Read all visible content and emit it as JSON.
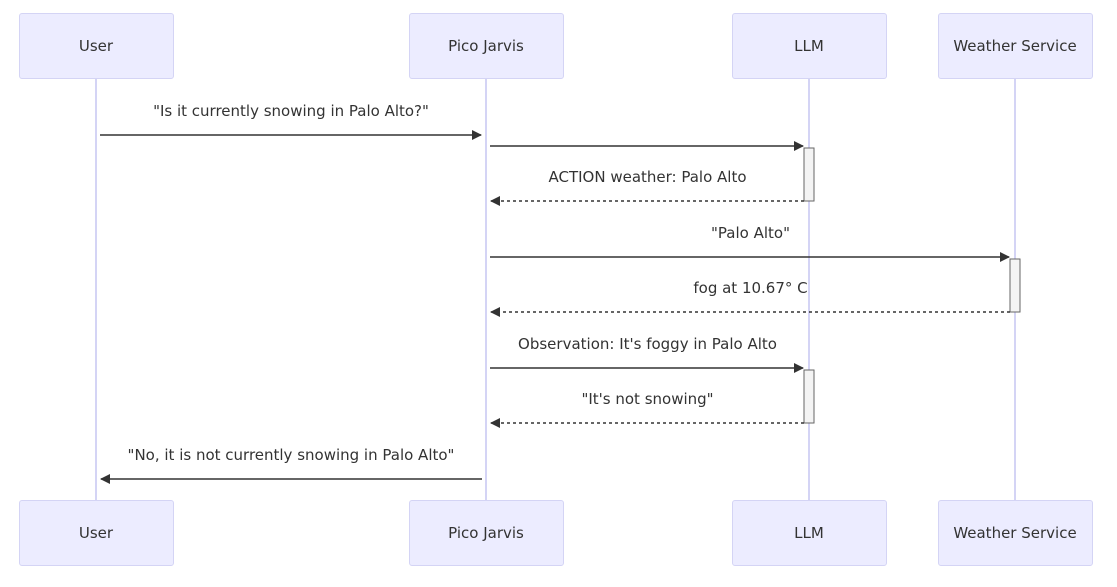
{
  "participants": [
    {
      "id": "user",
      "label": "User"
    },
    {
      "id": "pico",
      "label": "Pico Jarvis"
    },
    {
      "id": "llm",
      "label": "LLM"
    },
    {
      "id": "weather",
      "label": "Weather Service"
    }
  ],
  "messages": [
    {
      "from": "user",
      "to": "pico",
      "label": "\"Is it currently snowing in Palo Alto?\"",
      "style": "solid"
    },
    {
      "from": "pico",
      "to": "llm",
      "label": "",
      "style": "solid"
    },
    {
      "from": "llm",
      "to": "pico",
      "label": "ACTION weather: Palo Alto",
      "style": "dashed"
    },
    {
      "from": "pico",
      "to": "weather",
      "label": "\"Palo Alto\"",
      "style": "solid"
    },
    {
      "from": "weather",
      "to": "pico",
      "label": "fog at 10.67° C",
      "style": "dashed"
    },
    {
      "from": "pico",
      "to": "llm",
      "label": "Observation: It's foggy in Palo Alto",
      "style": "solid"
    },
    {
      "from": "llm",
      "to": "pico",
      "label": "\"It's not snowing\"",
      "style": "dashed"
    },
    {
      "from": "pico",
      "to": "user",
      "label": "\"No, it is not currently snowing in Palo Alto\"",
      "style": "solid"
    }
  ],
  "activations": [
    {
      "participant": "llm",
      "from_message": 1,
      "to_message": 2
    },
    {
      "participant": "weather",
      "from_message": 3,
      "to_message": 4
    },
    {
      "participant": "llm",
      "from_message": 5,
      "to_message": 6
    }
  ],
  "colors": {
    "actor_fill": "#ececff",
    "actor_border": "#d4d4f5",
    "lifeline": "#d4d4f5",
    "arrow": "#333333",
    "activation_fill": "#f4f4f4",
    "activation_border": "#666666"
  }
}
